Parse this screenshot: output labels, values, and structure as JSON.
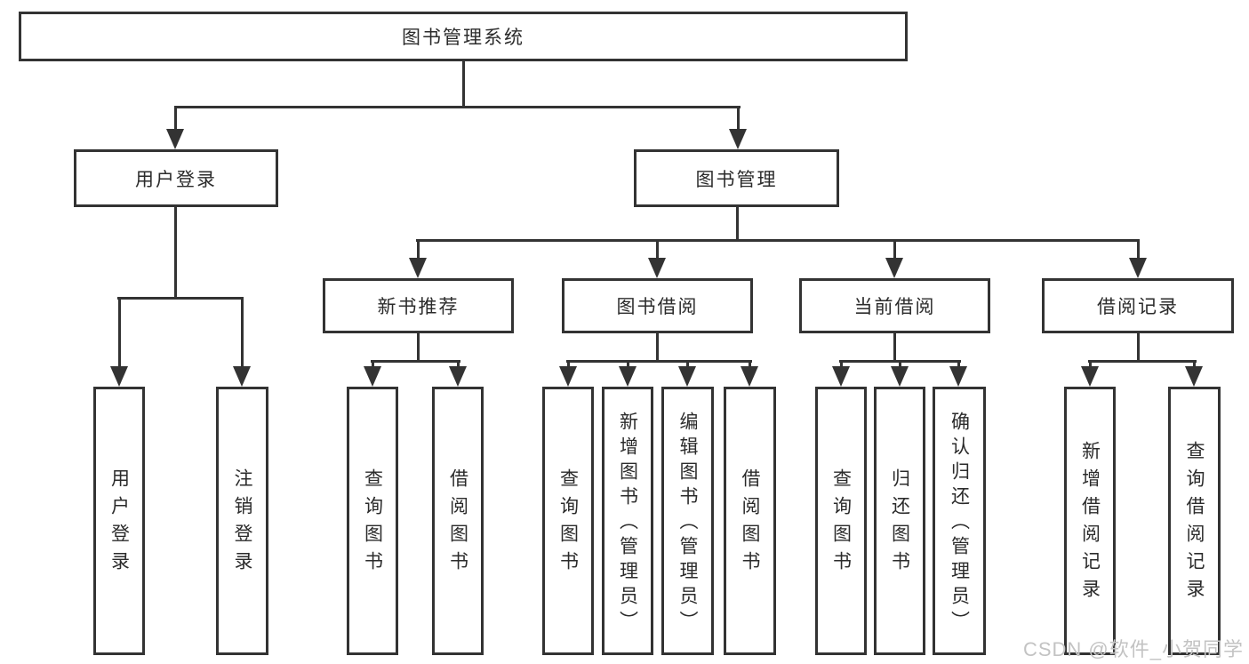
{
  "colors": {
    "line": "#333333",
    "box_border": "#333333",
    "text": "#2b2b2b",
    "watermark": "#c3c3c3",
    "background": "#ffffff"
  },
  "watermark": {
    "text": "CSDN @软件_小贺同学"
  },
  "tree": {
    "root": {
      "label": "图书管理系统"
    },
    "branches": [
      {
        "label": "用户登录",
        "children": [
          {
            "label": "用户登录"
          },
          {
            "label": "注销登录"
          }
        ]
      },
      {
        "label": "图书管理",
        "children": [
          {
            "label": "新书推荐",
            "children": [
              {
                "label": "查询图书"
              },
              {
                "label": "借阅图书"
              }
            ]
          },
          {
            "label": "图书借阅",
            "children": [
              {
                "label": "查询图书"
              },
              {
                "label": "新增图书（管理员）"
              },
              {
                "label": "编辑图书（管理员）"
              },
              {
                "label": "借阅图书"
              }
            ]
          },
          {
            "label": "当前借阅",
            "children": [
              {
                "label": "查询图书"
              },
              {
                "label": "归还图书"
              },
              {
                "label": "确认归还（管理员）"
              }
            ]
          },
          {
            "label": "借阅记录",
            "children": [
              {
                "label": "新增借阅记录"
              },
              {
                "label": "查询借阅记录"
              }
            ]
          }
        ]
      }
    ]
  }
}
